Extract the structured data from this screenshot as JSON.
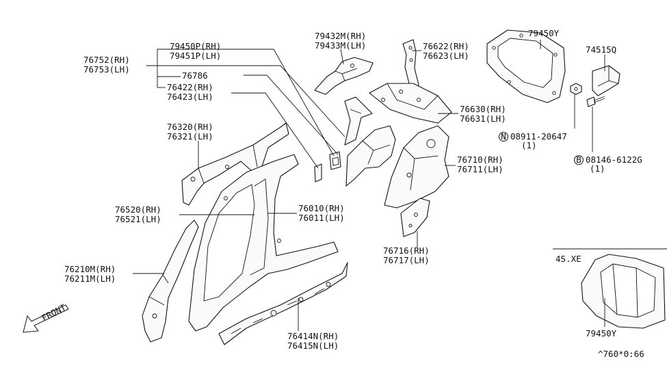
{
  "labels": {
    "p79432": [
      "79432M(RH)",
      "79433M(LH)"
    ],
    "p79450p": [
      "79450P(RH)",
      "79451P(LH)"
    ],
    "p76752": [
      "76752(RH)",
      "76753(LH)"
    ],
    "p76786": "76786",
    "p76422": [
      "76422(RH)",
      "76423(LH)"
    ],
    "p76622": [
      "76622(RH)",
      "76623(LH)"
    ],
    "p79450y_top": "79450Y",
    "p74515q": "74515Q",
    "p76630": [
      "76630(RH)",
      "76631(LH)"
    ],
    "p08911": [
      "08911-20647",
      "(1)"
    ],
    "p08146": [
      "08146-6122G",
      "(1)"
    ],
    "p76320": [
      "76320(RH)",
      "76321(LH)"
    ],
    "p76710": [
      "76710(RH)",
      "76711(LH)"
    ],
    "p76520": [
      "76520(RH)",
      "76521(LH)"
    ],
    "p76010": [
      "76010(RH)",
      "76011(LH)"
    ],
    "p76716": [
      "76716(RH)",
      "76717(LH)"
    ],
    "p76210": [
      "76210M(RH)",
      "76211M(LH)"
    ],
    "p76414": [
      "76414N(RH)",
      "76415N(LH)"
    ],
    "variant": "4S.XE",
    "p79450y_bottom": "79450Y",
    "front": "FRONT",
    "ref_code": "^760*0:66"
  },
  "symbols": {
    "nut_letter": "N",
    "bolt_letter": "B"
  }
}
